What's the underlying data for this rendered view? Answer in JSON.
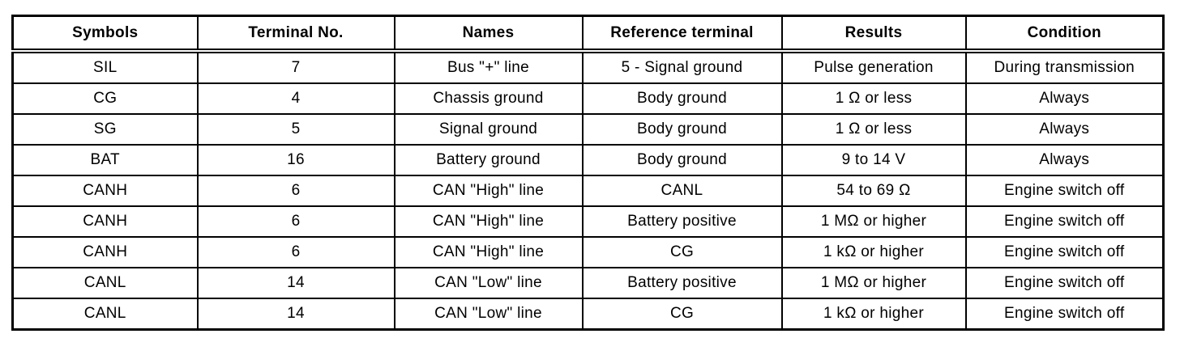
{
  "page": {
    "background": "#ffffff",
    "border_color": "#000000",
    "text_color": "#000000"
  },
  "table": {
    "columns": [
      "Symbols",
      "Terminal No.",
      "Names",
      "Reference terminal",
      "Results",
      "Condition"
    ],
    "rows": [
      [
        "SIL",
        "7",
        "Bus \"+\" line",
        "5 - Signal ground",
        "Pulse generation",
        "During transmission"
      ],
      [
        "CG",
        "4",
        "Chassis ground",
        "Body ground",
        "1 Ω or less",
        "Always"
      ],
      [
        "SG",
        "5",
        "Signal ground",
        "Body ground",
        "1 Ω or less",
        "Always"
      ],
      [
        "BAT",
        "16",
        "Battery ground",
        "Body ground",
        "9 to 14 V",
        "Always"
      ],
      [
        "CANH",
        "6",
        "CAN \"High\" line",
        "CANL",
        "54 to 69 Ω",
        "Engine switch off"
      ],
      [
        "CANH",
        "6",
        "CAN \"High\" line",
        "Battery positive",
        "1 MΩ or higher",
        "Engine switch off"
      ],
      [
        "CANH",
        "6",
        "CAN \"High\" line",
        "CG",
        "1 kΩ or higher",
        "Engine switch off"
      ],
      [
        "CANL",
        "14",
        "CAN \"Low\" line",
        "Battery positive",
        "1 MΩ or higher",
        "Engine switch off"
      ],
      [
        "CANL",
        "14",
        "CAN \"Low\" line",
        "CG",
        "1 kΩ or higher",
        "Engine switch off"
      ]
    ]
  }
}
